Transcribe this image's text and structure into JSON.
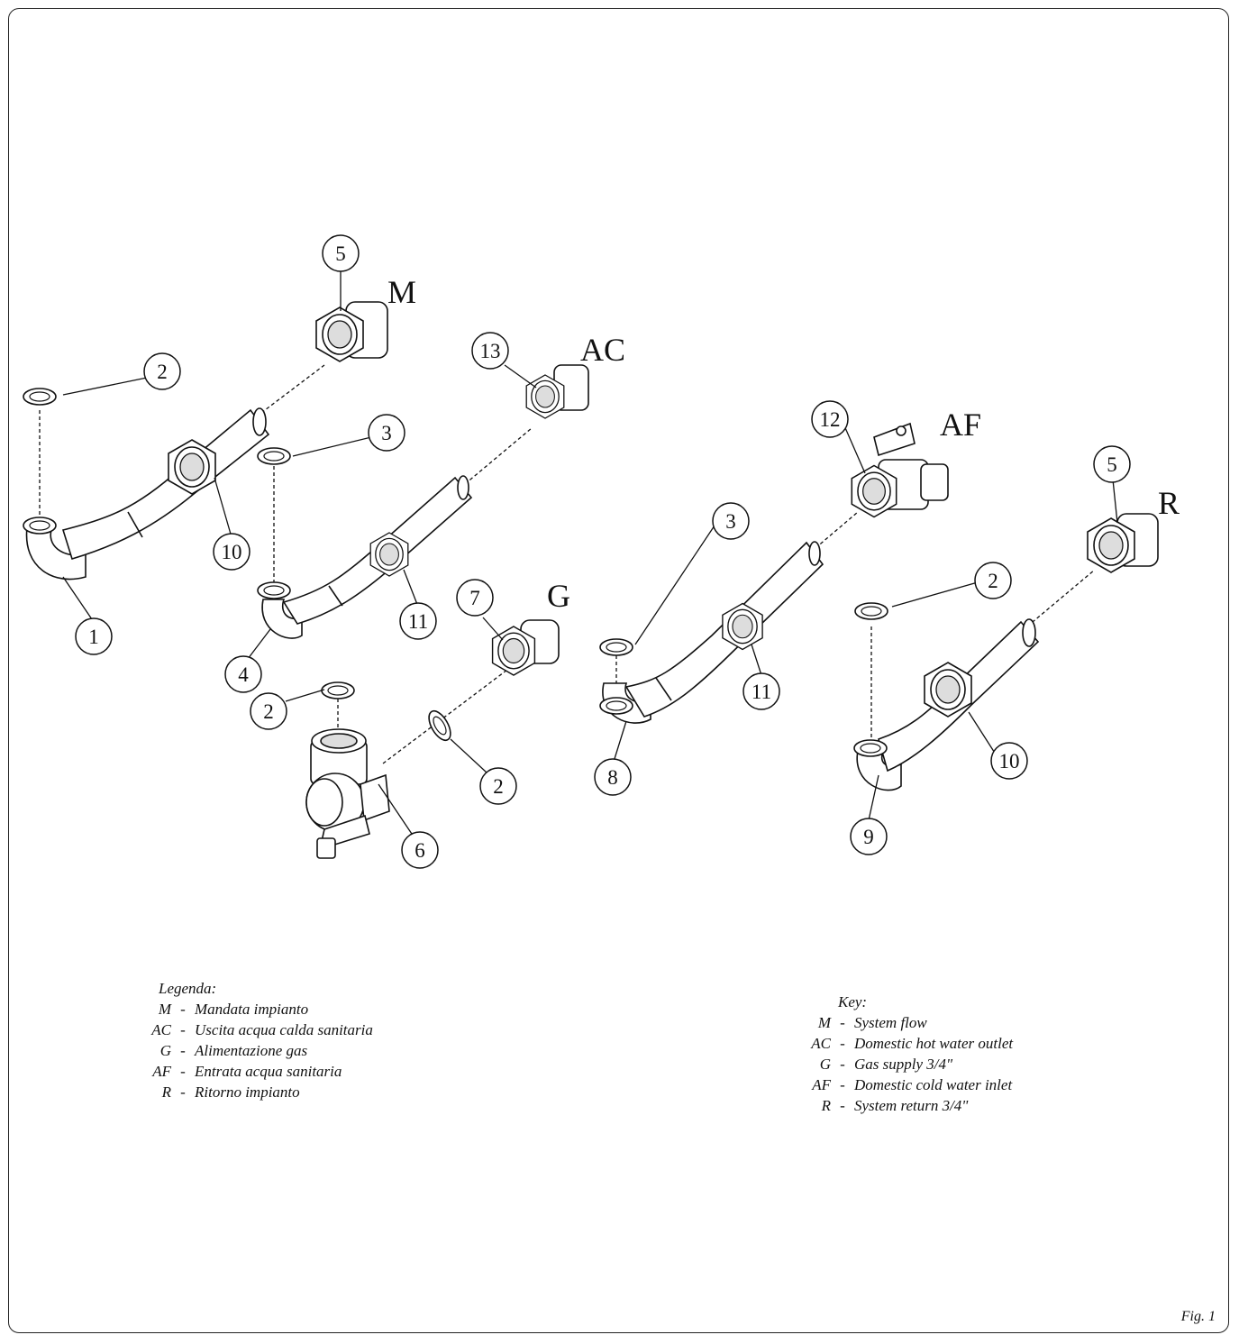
{
  "callouts": [
    "1",
    "2",
    "3",
    "4",
    "5",
    "6",
    "7",
    "8",
    "9",
    "10",
    "11",
    "12",
    "13"
  ],
  "ports": {
    "m": "M",
    "ac": "AC",
    "g": "G",
    "af": "AF",
    "r": "R"
  },
  "legend_it": {
    "title": "Legenda:",
    "items": [
      {
        "code": "M",
        "text": "Mandata impianto"
      },
      {
        "code": "AC",
        "text": "Uscita acqua calda sanitaria"
      },
      {
        "code": "G",
        "text": "Alimentazione gas"
      },
      {
        "code": "AF",
        "text": "Entrata acqua sanitaria"
      },
      {
        "code": "R",
        "text": "Ritorno impianto"
      }
    ]
  },
  "legend_en": {
    "title": "Key:",
    "items": [
      {
        "code": "M",
        "text": "System flow"
      },
      {
        "code": "AC",
        "text": "Domestic hot water outlet"
      },
      {
        "code": "G",
        "text": "Gas supply 3/4\""
      },
      {
        "code": "AF",
        "text": "Domestic cold water inlet"
      },
      {
        "code": "R",
        "text": "System return 3/4\""
      }
    ]
  },
  "separator": "-",
  "figure_label": "Fig. 1"
}
